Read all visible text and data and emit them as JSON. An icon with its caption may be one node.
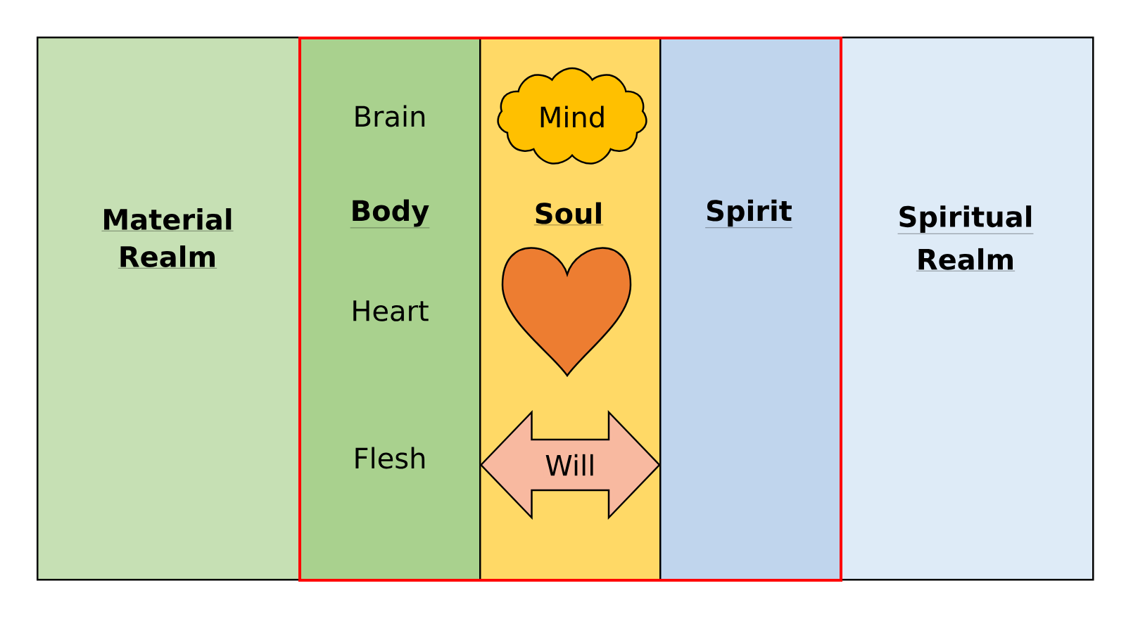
{
  "diagram": {
    "nodes": [
      {
        "text": [
          "Material Realm"
        ]
      },
      {
        "text": [],
        "shape": "box"
      },
      {
        "text": [
          "Brain",
          "Body",
          "Heart",
          "Flesh"
        ],
        "in": 1
      },
      {
        "text": [
          "Soul"
        ],
        "in": 1
      },
      {
        "text": [
          "Mind"
        ],
        "in": 3
      },
      {
        "text": [],
        "shape": "heart",
        "in": 3
      },
      {
        "text": [
          "Spirit"
        ],
        "in": 1
      },
      {
        "text": [
          "Spiritual Realm"
        ]
      }
    ],
    "edges": [
      {
        "from": 2,
        "to": 6,
        "arrow": "both",
        "label": "Will"
      }
    ]
  }
}
